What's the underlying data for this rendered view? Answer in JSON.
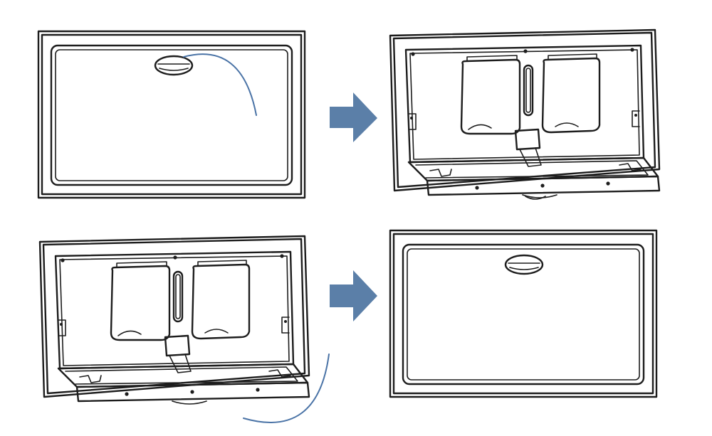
{
  "diagram": {
    "steps": [
      {
        "id": "step-1",
        "state": "closed",
        "gesture": "lift-handle-down"
      },
      {
        "id": "step-2",
        "state": "open"
      },
      {
        "id": "step-3",
        "state": "open",
        "gesture": "push-table-up"
      },
      {
        "id": "step-4",
        "state": "closed"
      }
    ],
    "arrows": [
      {
        "from": "step-1",
        "to": "step-2"
      },
      {
        "from": "step-3",
        "to": "step-4"
      }
    ],
    "colors": {
      "arrow": "#5b7fa8",
      "motion_curve": "#4a73a6",
      "outline": "#1d1d1d",
      "background": "#ffffff"
    }
  }
}
